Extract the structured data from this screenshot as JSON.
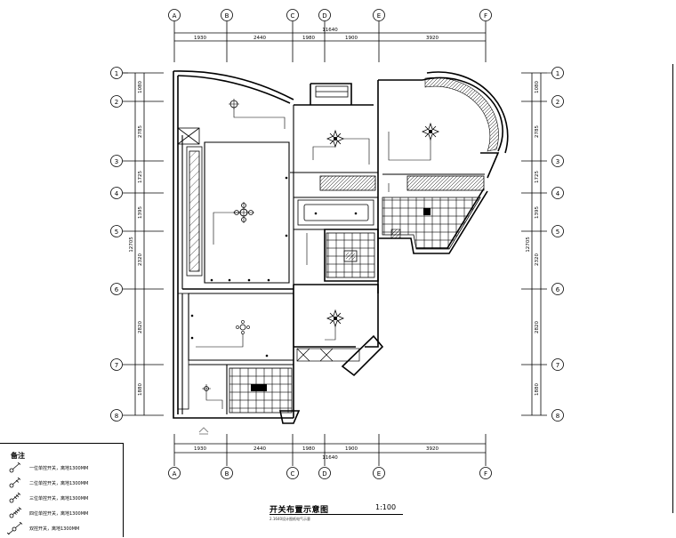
{
  "grid": {
    "columns": [
      "A",
      "B",
      "C",
      "D",
      "E",
      "F"
    ],
    "rows": [
      "1",
      "2",
      "3",
      "4",
      "5",
      "6",
      "7",
      "8"
    ]
  },
  "dimensions": {
    "top_segments": [
      "1930",
      "2440",
      "1980",
      "1900",
      "3920"
    ],
    "top_total": "11640",
    "bottom_segments": [
      "1930",
      "2440",
      "1980",
      "1900",
      "3920"
    ],
    "bottom_total": "11640",
    "left_segments": [
      "1080",
      "2785",
      "1725",
      "1395",
      "2320",
      "2820",
      "1880"
    ],
    "left_total": "12705",
    "right_segments": [
      "1080",
      "2785",
      "1725",
      "1395",
      "2320",
      "2820",
      "1880"
    ],
    "right_total": "12705"
  },
  "drawing": {
    "title": "开关布置示意图",
    "scale": "1:100",
    "subtitle": "2.1640设计图纸电气示意"
  },
  "legend": {
    "title": "备注",
    "items": [
      {
        "label": "一位单控开关，离地1300MM",
        "icon": "single-switch-icon"
      },
      {
        "label": "二位单控开关，离地1300MM",
        "icon": "double-switch-icon"
      },
      {
        "label": "三位单控开关，离地1300MM",
        "icon": "triple-switch-icon"
      },
      {
        "label": "四位单控开关，离地1300MM",
        "icon": "quad-switch-icon"
      },
      {
        "label": "双控开关，离地1300MM",
        "icon": "dual-control-switch-icon"
      }
    ]
  }
}
